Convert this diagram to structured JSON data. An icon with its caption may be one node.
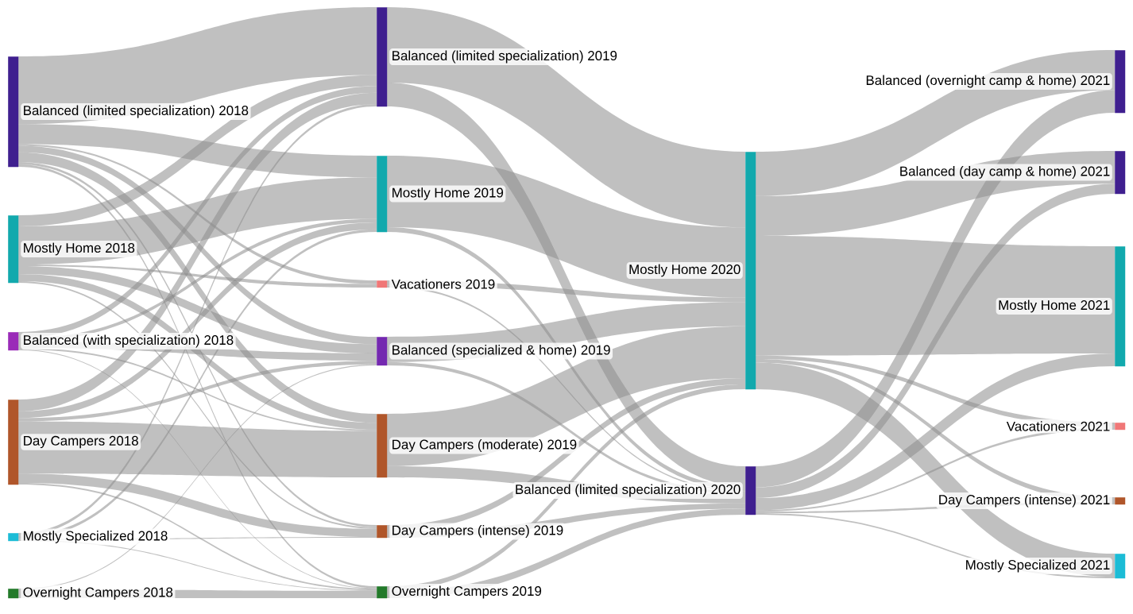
{
  "diagram": {
    "nodes": [
      {
        "text": [
          "Balanced (limited specialization) 2018"
        ]
      },
      {
        "text": [
          "Mostly Home 2018"
        ]
      },
      {
        "text": [
          "Balanced (with specialization) 2018"
        ]
      },
      {
        "text": [
          "Day Campers 2018"
        ]
      },
      {
        "text": [
          "Mostly Specialized 2018"
        ]
      },
      {
        "text": [
          "Overnight Campers 2018"
        ]
      },
      {
        "text": [
          "Balanced (limited specialization) 2019"
        ]
      },
      {
        "text": [
          "Mostly Home 2019"
        ]
      },
      {
        "text": [
          "Vacationers 2019"
        ]
      },
      {
        "text": [
          "Balanced (specialized & home) 2019"
        ]
      },
      {
        "text": [
          "Day Campers (moderate) 2019"
        ]
      },
      {
        "text": [
          "Day Campers (intense) 2019"
        ]
      },
      {
        "text": [
          "Overnight Campers 2019"
        ]
      },
      {
        "text": [
          "Mostly Home 2020"
        ]
      },
      {
        "text": [
          "Balanced (limited specialization) 2020"
        ]
      },
      {
        "text": [
          "Balanced (overnight camp & home) 2021"
        ]
      },
      {
        "text": [
          "Balanced (day camp & home) 2021"
        ]
      },
      {
        "text": [
          "Mostly Home 2021"
        ]
      },
      {
        "text": [
          "Vacationers 2021"
        ]
      },
      {
        "text": [
          "Day Campers (intense) 2021"
        ]
      },
      {
        "text": [
          "Mostly Specialized 2021"
        ]
      }
    ],
    "edges": [
      {
        "from": 0,
        "to": 6,
        "arrow": "none"
      },
      {
        "from": 0,
        "to": 7,
        "arrow": "none"
      },
      {
        "from": 0,
        "to": 8,
        "arrow": "none"
      },
      {
        "from": 0,
        "to": 9,
        "arrow": "none"
      },
      {
        "from": 0,
        "to": 10,
        "arrow": "none"
      },
      {
        "from": 0,
        "to": 11,
        "arrow": "none"
      },
      {
        "from": 0,
        "to": 12,
        "arrow": "none"
      },
      {
        "from": 1,
        "to": 6,
        "arrow": "none"
      },
      {
        "from": 1,
        "to": 7,
        "arrow": "none"
      },
      {
        "from": 1,
        "to": 8,
        "arrow": "none"
      },
      {
        "from": 1,
        "to": 9,
        "arrow": "none"
      },
      {
        "from": 1,
        "to": 10,
        "arrow": "none"
      },
      {
        "from": 1,
        "to": 11,
        "arrow": "none"
      },
      {
        "from": 2,
        "to": 6,
        "arrow": "none"
      },
      {
        "from": 2,
        "to": 7,
        "arrow": "none"
      },
      {
        "from": 2,
        "to": 9,
        "arrow": "none"
      },
      {
        "from": 2,
        "to": 10,
        "arrow": "none"
      },
      {
        "from": 2,
        "to": 12,
        "arrow": "none"
      },
      {
        "from": 3,
        "to": 6,
        "arrow": "none"
      },
      {
        "from": 3,
        "to": 7,
        "arrow": "none"
      },
      {
        "from": 3,
        "to": 9,
        "arrow": "none"
      },
      {
        "from": 3,
        "to": 10,
        "arrow": "none"
      },
      {
        "from": 3,
        "to": 11,
        "arrow": "none"
      },
      {
        "from": 3,
        "to": 12,
        "arrow": "none"
      },
      {
        "from": 4,
        "to": 6,
        "arrow": "none"
      },
      {
        "from": 4,
        "to": 7,
        "arrow": "none"
      },
      {
        "from": 4,
        "to": 11,
        "arrow": "none"
      },
      {
        "from": 4,
        "to": 12,
        "arrow": "none"
      },
      {
        "from": 5,
        "to": 9,
        "arrow": "none"
      },
      {
        "from": 5,
        "to": 12,
        "arrow": "none"
      },
      {
        "from": 6,
        "to": 13,
        "arrow": "none"
      },
      {
        "from": 6,
        "to": 14,
        "arrow": "none"
      },
      {
        "from": 7,
        "to": 13,
        "arrow": "none"
      },
      {
        "from": 7,
        "to": 14,
        "arrow": "none"
      },
      {
        "from": 8,
        "to": 13,
        "arrow": "none"
      },
      {
        "from": 8,
        "to": 14,
        "arrow": "none"
      },
      {
        "from": 9,
        "to": 13,
        "arrow": "none"
      },
      {
        "from": 9,
        "to": 14,
        "arrow": "none"
      },
      {
        "from": 10,
        "to": 13,
        "arrow": "none"
      },
      {
        "from": 10,
        "to": 14,
        "arrow": "none"
      },
      {
        "from": 11,
        "to": 13,
        "arrow": "none"
      },
      {
        "from": 11,
        "to": 14,
        "arrow": "none"
      },
      {
        "from": 12,
        "to": 13,
        "arrow": "none"
      },
      {
        "from": 12,
        "to": 14,
        "arrow": "none"
      },
      {
        "from": 13,
        "to": 15,
        "arrow": "none"
      },
      {
        "from": 13,
        "to": 16,
        "arrow": "none"
      },
      {
        "from": 13,
        "to": 17,
        "arrow": "none"
      },
      {
        "from": 13,
        "to": 18,
        "arrow": "none"
      },
      {
        "from": 13,
        "to": 19,
        "arrow": "none"
      },
      {
        "from": 13,
        "to": 20,
        "arrow": "none"
      },
      {
        "from": 14,
        "to": 15,
        "arrow": "none"
      },
      {
        "from": 14,
        "to": 16,
        "arrow": "none"
      },
      {
        "from": 14,
        "to": 17,
        "arrow": "none"
      },
      {
        "from": 14,
        "to": 18,
        "arrow": "none"
      },
      {
        "from": 14,
        "to": 19,
        "arrow": "none"
      },
      {
        "from": 14,
        "to": 20,
        "arrow": "none"
      }
    ]
  }
}
